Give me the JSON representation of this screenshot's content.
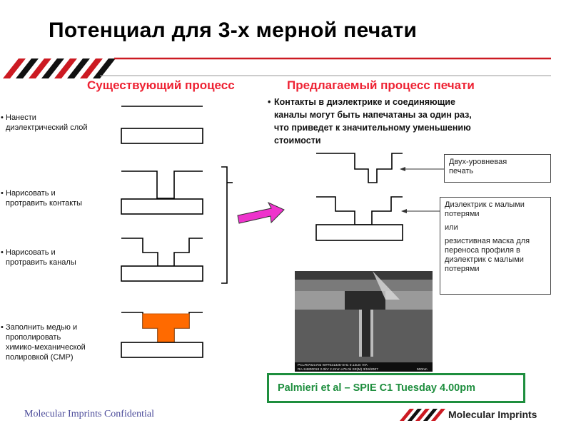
{
  "title": "Потенциал для 3-х мерной печати",
  "existing": {
    "heading": "Существующий процесс",
    "steps": [
      {
        "lines": [
          "Нанести",
          "диэлектрический слой"
        ]
      },
      {
        "lines": [
          "Нарисовать и",
          "протравить контакты"
        ]
      },
      {
        "lines": [
          "Нарисовать и",
          "протравить каналы"
        ]
      },
      {
        "lines": [
          "Заполнить медью и",
          "прополировать",
          "химико-механической",
          "полировкой (CMP)"
        ]
      }
    ],
    "bullet": "•"
  },
  "proposed": {
    "heading": "Предлагаемый процесс печати",
    "description_lines": [
      "Контакты в диэлектрике и соединяющие",
      "каналы могут быть напечатаны за один раз,",
      "что приведет к значительному уменьшению",
      "стоимости"
    ],
    "callout_two_level": [
      "Двух-уровневая",
      "печать"
    ],
    "callout_dielectric": {
      "line1": [
        "Диэлектрик с малыми",
        "потерями"
      ],
      "or": "или",
      "line2": [
        "резистивная маска для",
        "переноса профиля в",
        "диэлектрик с малыми",
        "потерями"
      ]
    }
  },
  "sem_image": {
    "caption": "PCL#07021702   W#7021325-XH1   0.12um  VIA",
    "caption2": "RA-S4800018 2.0kV 2.2mm x75.0k SE(M) 3/19/2007",
    "scale": "500nm"
  },
  "reference": "Palmieri et al – SPIE C1  Tuesday 4.00pm",
  "footer": {
    "confidential": "Molecular Imprints Confidential",
    "logo_text": "Molecular Imprints"
  },
  "colors": {
    "accent_red": "#ee2233",
    "stripe_red": "#cc1a22",
    "copper": "#ff6a00",
    "arrow_magenta": "#ee33cc",
    "reference_green": "#1e8e3e"
  }
}
